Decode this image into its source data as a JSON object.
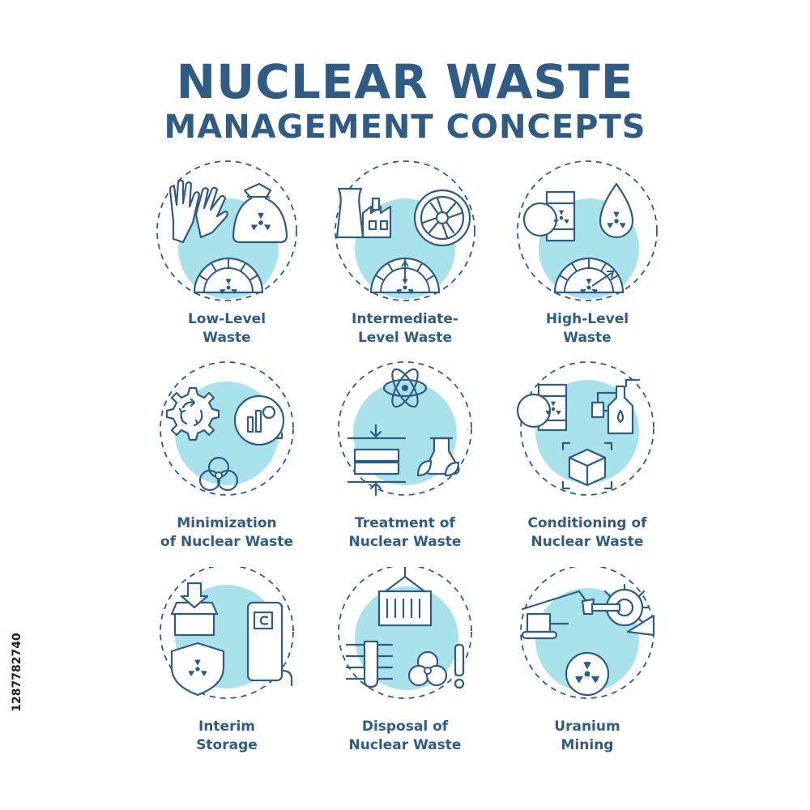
{
  "title": {
    "line1": "NUCLEAR WASTE",
    "line2": "MANAGEMENT CONCEPTS"
  },
  "colors": {
    "primary": "#2f5b84",
    "accent": "#a9e2ea",
    "background": "#ffffff"
  },
  "stock_id": "1287782740",
  "concepts": [
    {
      "line1": "Low-Level",
      "line2": "Waste",
      "icons": [
        "gloves-icon",
        "biohazard-bag-icon",
        "radiation-gauge-icon"
      ]
    },
    {
      "line1": "Intermediate-",
      "line2": "Level Waste",
      "icons": [
        "power-plant-icon",
        "ventilation-fan-icon",
        "radiation-gauge-icon"
      ]
    },
    {
      "line1": "High-Level",
      "line2": "Waste",
      "icons": [
        "radioactive-barrel-icon",
        "radioactive-drop-icon",
        "radiation-gauge-icon"
      ]
    },
    {
      "line1": "Minimization",
      "line2": "of Nuclear Waste",
      "icons": [
        "recycle-gear-icon",
        "chart-gear-icon",
        "biohazard-icon"
      ]
    },
    {
      "line1": "Treatment of",
      "line2": "Nuclear Waste",
      "icons": [
        "atom-icon",
        "compression-icon",
        "flask-plant-icon"
      ]
    },
    {
      "line1": "Conditioning of",
      "line2": "Nuclear Waste",
      "icons": [
        "radioactive-barrel-icon",
        "chemical-process-icon",
        "cube-icon"
      ]
    },
    {
      "line1": "Interim",
      "line2": "Storage",
      "icons": [
        "storage-box-icon",
        "storage-unit-icon",
        "radiation-shield-icon"
      ]
    },
    {
      "line1": "Disposal of",
      "line2": "Nuclear Waste",
      "icons": [
        "container-crane-icon",
        "underground-well-icon",
        "biohazard-warning-icon"
      ]
    },
    {
      "line1": "Uranium",
      "line2": "Mining",
      "icons": [
        "excavator-icon",
        "bucket-wheel-icon",
        "radiation-symbol-icon"
      ]
    }
  ]
}
